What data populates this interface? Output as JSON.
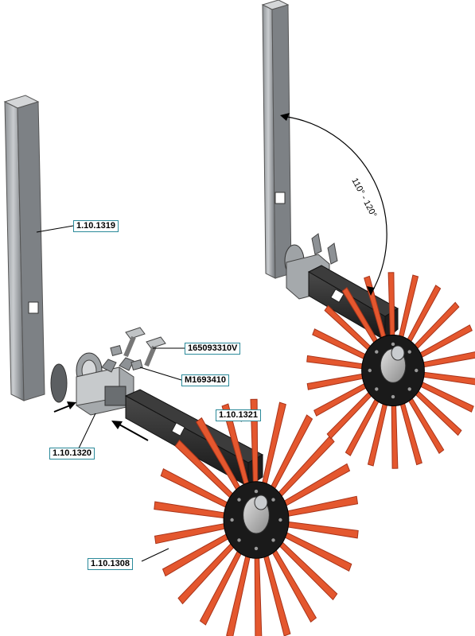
{
  "labels": {
    "post": "1.10.1319",
    "bolt": "165093310V",
    "nut": "M1693410",
    "arm": "1.10.1321",
    "bracket": "1.10.1320",
    "star_wheel": "1.10.1308"
  },
  "angle": "110° - 120°",
  "colors": {
    "tine": "#e4572e",
    "tine_edge": "#a8341a",
    "post_light": "#b9bcbf",
    "post_dark": "#6f7377",
    "arm": "#2a2a2a",
    "hub": "#1a1a1a",
    "callout_border": "#2b8a9a"
  }
}
